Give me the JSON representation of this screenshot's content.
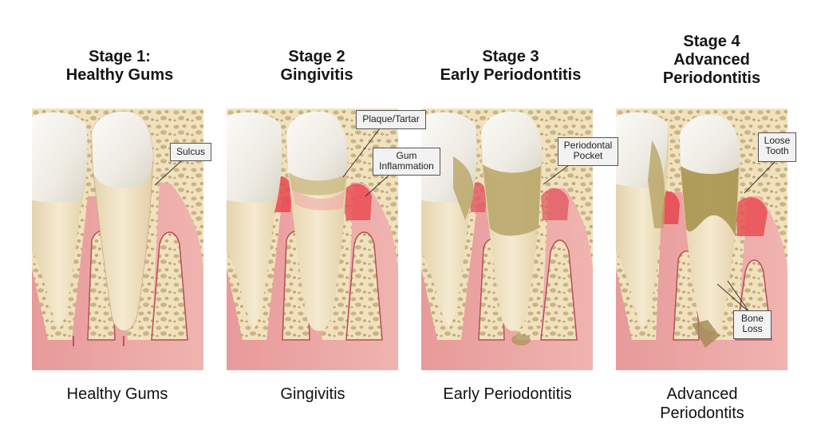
{
  "stages": [
    {
      "title_line1": "Stage 1:",
      "title_line2": "Healthy Gums",
      "caption_line1": "Healthy Gums",
      "caption_line2": "",
      "callouts": [
        {
          "text_line1": "Sulcus",
          "text_line2": ""
        }
      ]
    },
    {
      "title_line1": "Stage 2",
      "title_line2": "Gingivitis",
      "caption_line1": "Gingivitis",
      "caption_line2": "",
      "callouts": [
        {
          "text_line1": "Plaque/Tartar",
          "text_line2": ""
        },
        {
          "text_line1": "Gum",
          "text_line2": "Inflammation"
        }
      ]
    },
    {
      "title_line1": "Stage 3",
      "title_line2": "Early Periodontitis",
      "caption_line1": "Early Periodontitis",
      "caption_line2": "",
      "callouts": [
        {
          "text_line1": "Periodontal",
          "text_line2": "Pocket"
        }
      ]
    },
    {
      "title_line1": "Stage 4",
      "title_line2": "Advanced",
      "title_line3": "Periodontitis",
      "caption_line1": "Advanced",
      "caption_line2": "Periodontits",
      "callouts": [
        {
          "text_line1": "Loose",
          "text_line2": "Tooth"
        },
        {
          "text_line1": "Bone",
          "text_line2": "Loss"
        }
      ]
    }
  ],
  "colors": {
    "enamel": "#f4f2ec",
    "root": "#efe3c4",
    "gum": "#eaa3a3",
    "gum_inflamed": "#e8474f",
    "bone": "#f1e2bd",
    "bone_pore": "#c9b48a",
    "tartar": "#b9a466",
    "vessel": "#c8505a"
  }
}
